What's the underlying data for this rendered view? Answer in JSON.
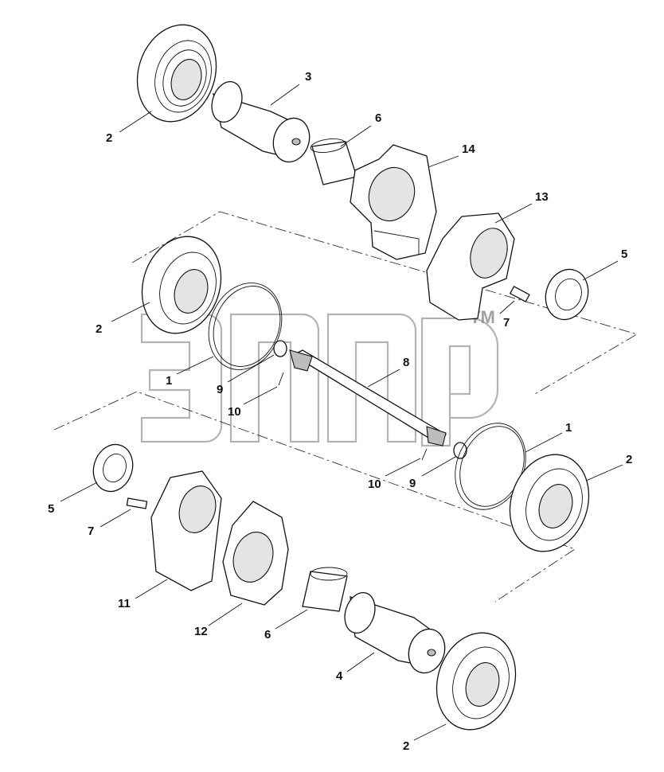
{
  "watermark": {
    "mark": "TM"
  },
  "callouts": [
    {
      "id": "c1a",
      "label": "3"
    },
    {
      "id": "c1b",
      "label": "2"
    },
    {
      "id": "c1c",
      "label": "6"
    },
    {
      "id": "c1d",
      "label": "14"
    },
    {
      "id": "c1e",
      "label": "13"
    },
    {
      "id": "c1f",
      "label": "5"
    },
    {
      "id": "c1g",
      "label": "7"
    },
    {
      "id": "c2a",
      "label": "2"
    },
    {
      "id": "c2b",
      "label": "1"
    },
    {
      "id": "c2c",
      "label": "9"
    },
    {
      "id": "c2d",
      "label": "10"
    },
    {
      "id": "c2e",
      "label": "8"
    },
    {
      "id": "c2f",
      "label": "1"
    },
    {
      "id": "c2g",
      "label": "2"
    },
    {
      "id": "c2h",
      "label": "9"
    },
    {
      "id": "c2i",
      "label": "10"
    },
    {
      "id": "c3a",
      "label": "5"
    },
    {
      "id": "c3b",
      "label": "7"
    },
    {
      "id": "c3c",
      "label": "11"
    },
    {
      "id": "c3d",
      "label": "12"
    },
    {
      "id": "c3e",
      "label": "6"
    },
    {
      "id": "c3f",
      "label": "4"
    },
    {
      "id": "c3g",
      "label": "2"
    }
  ]
}
